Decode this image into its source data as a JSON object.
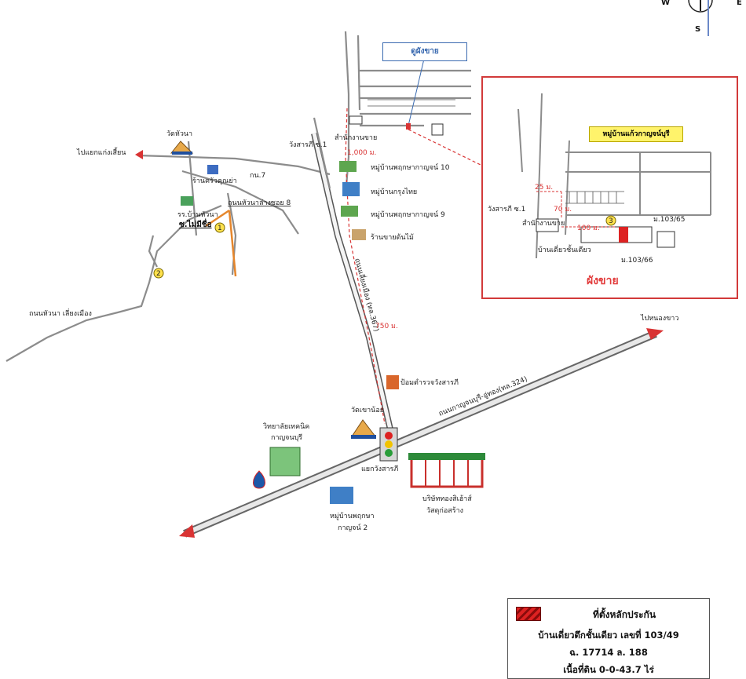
{
  "compass": {
    "w": "W",
    "e": "E",
    "s": "S"
  },
  "sell_plan_button": "ดูผังขาย",
  "labels": {
    "wat_hua_na": "วัดหัวนา",
    "to_kaeng_sian": "ไปแยกแก่งเสี้ยน",
    "restaurant": "ร้านครัวคุณย่า",
    "kn7": "กน.7",
    "ban_hua_na_school_1": "รร.บ้านหัวนา",
    "ban_hua_na_school_2": "ซ.ไม่มีชื่อ",
    "hua_na_lower_road": "ถนนหัวนาล่างซอย 8",
    "hua_na_bypass": "ถนนหัวนา เลี่ยงเมือง",
    "wang_sarapee_1": "วังสารภี ซ.1",
    "sales_office": "สำนักงานขาย",
    "dist_1000": "1,000 ม.",
    "village_10": "หมู่บ้านพฤกษากาญจน์ 10",
    "village_krungthai": "หมู่บ้านกรุงไทย",
    "village_9": "หมู่บ้านพฤกษากาญจน์ 9",
    "plant_shop": "ร้านขายต้นไม้",
    "road_367": "ถนนเลี่ยงเมือง (ทล.367)",
    "dist_750": "750 ม.",
    "police_box": "ป้อมตำรวจวังสารภี",
    "road_324": "ถนนกาญจนบุรี-อู่ทอง(ทล.324)",
    "to_nong_khao": "ไปหนองขาว",
    "wat_khao_noi": "วัดเขาน้อย",
    "technical_college_1": "วิทยาลัยเทคนิค",
    "technical_college_2": "กาญจนบุรี",
    "wang_sarapee_junction": "แยกวังสารภี",
    "company_1": "บริษัททองสิเฮ้าส์",
    "company_2": "วัสดุก่อสร้าง",
    "village_2_line1": "หมู่บ้านพฤกษา",
    "village_2_line2": "กาญจน์ 2",
    "marker_1": "1",
    "marker_2": "2",
    "marker_3": "3"
  },
  "inset": {
    "title": "ผังขาย",
    "village": "หมู่บ้านแก้วกาญจน์บุรี",
    "wang_sarapee_1": "วังสารภี ซ.1",
    "sales_office": "สำนักงานขาย",
    "dist_25": "25 ม.",
    "dist_70": "70 ม.",
    "dist_100": "100 ม.",
    "house_label": "บ้านเดี่ยวชั้นเดียว",
    "lot_a": "ม.103/65",
    "lot_b": "ม.103/66"
  },
  "legend": {
    "title": "ที่ตั้งหลักประกัน",
    "line1": "บ้านเดี่ยวตึกชั้นเดียว เลขที่ 103/49",
    "line2": "ฉ. 17714 ล. 188",
    "line3": "เนื้อที่ดิน 0-0-43.7 ไร่"
  },
  "colors": {
    "road": "#8f8f8f",
    "highway": "#d9d9d9",
    "red": "#d93434",
    "orange": "#e5862c",
    "inset_border": "#d23a3a"
  }
}
